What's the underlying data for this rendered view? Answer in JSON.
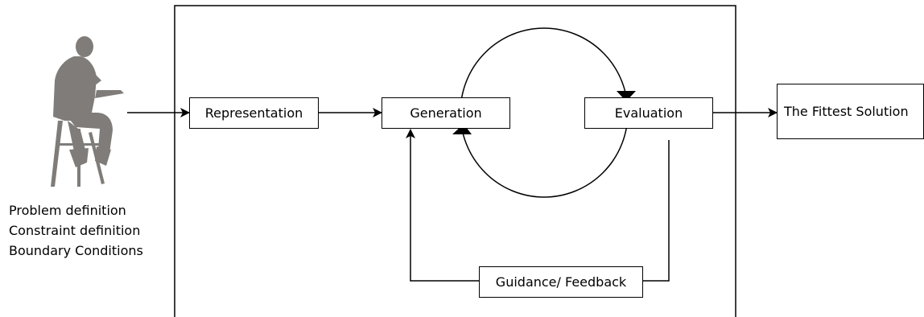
{
  "diagram": {
    "nodes": {
      "representation": "Representation",
      "generation": "Generation",
      "evaluation": "Evaluation",
      "guidance": "Guidance/ Feedback",
      "solution": "The Fittest Solution"
    },
    "problem_notes": [
      "Problem  definition",
      "Constraint definition",
      "Boundary Conditions"
    ],
    "user_figure": "person-at-laptop-silhouette-icon",
    "colors": {
      "lines": "#000000",
      "silhouette": "#7f7c79",
      "background": "#ffffff"
    }
  }
}
